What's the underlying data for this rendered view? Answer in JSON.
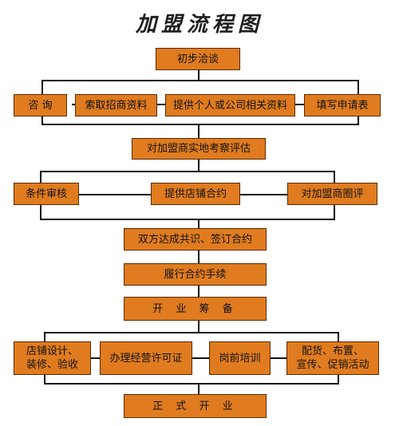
{
  "title": "加盟流程图",
  "steps": {
    "initial": "初步洽谈",
    "consult": "咨 询",
    "request_info": "索取招商资料",
    "provide_info": "提供个人或公司相关资料",
    "fill_form": "填写申请表",
    "site_visit": "对加盟商实地考察评估",
    "check_conditions": "条件审核",
    "provide_contract": "提供店铺合约",
    "evaluate": "对加盟商圈评",
    "consensus": "双方达成共识、签订合约",
    "fulfill": "履行合约手续",
    "prepare": "开 业 筹 备",
    "store_design_1": "店铺设计、",
    "store_design_2": "装修、验收",
    "licenses": "办理经营许可证",
    "training": "岗前培训",
    "logistics_1": "配货、布置、",
    "logistics_2": "宣传、促销活动",
    "open": "正 式 开 业"
  }
}
